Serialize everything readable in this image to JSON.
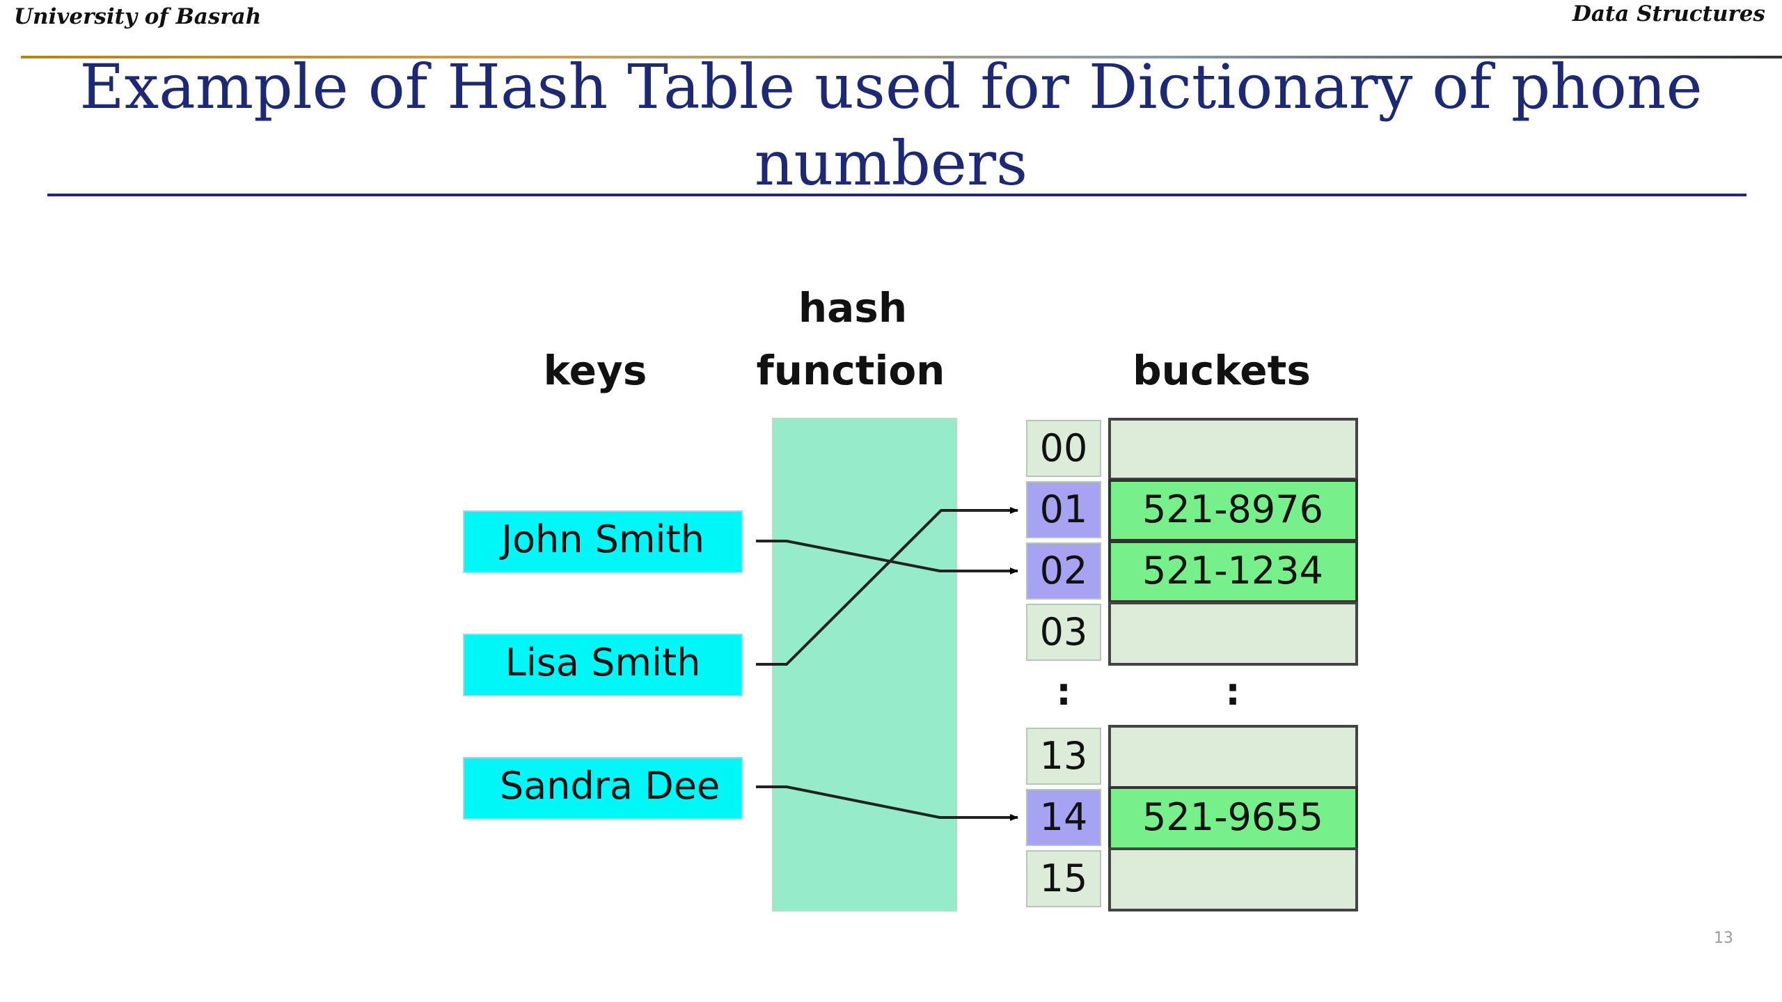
{
  "header": {
    "left": "University of Basrah",
    "right": "Data Structures"
  },
  "slide": {
    "title": "Example of Hash Table used for  Dictionary of phone numbers",
    "page_number": "13"
  },
  "diagram": {
    "labels": {
      "keys": "keys",
      "hash_line1": "hash",
      "hash_line2": "function",
      "buckets": "buckets"
    },
    "keys": [
      {
        "name": "John Smith",
        "bucket": "02"
      },
      {
        "name": "Lisa Smith",
        "bucket": "01"
      },
      {
        "name": "Sandra Dee",
        "bucket": "14"
      }
    ],
    "buckets_group1": [
      {
        "index": "00",
        "value": "",
        "used": false
      },
      {
        "index": "01",
        "value": "521-8976",
        "used": true
      },
      {
        "index": "02",
        "value": "521-1234",
        "used": true
      },
      {
        "index": "03",
        "value": "",
        "used": false
      }
    ],
    "ellipsis": ":",
    "buckets_group2": [
      {
        "index": "13",
        "value": "",
        "used": false
      },
      {
        "index": "14",
        "value": "521-9655",
        "used": true
      },
      {
        "index": "15",
        "value": "",
        "used": false
      }
    ],
    "colors": {
      "key_box": "#00f7f7",
      "hash_function_box": "#96ecca",
      "index_used": "#a5a3f2",
      "index_empty": "#dcecd8",
      "bucket_used": "#77f08c",
      "bucket_empty": "#dcecd8",
      "title": "#1d2a73"
    }
  }
}
